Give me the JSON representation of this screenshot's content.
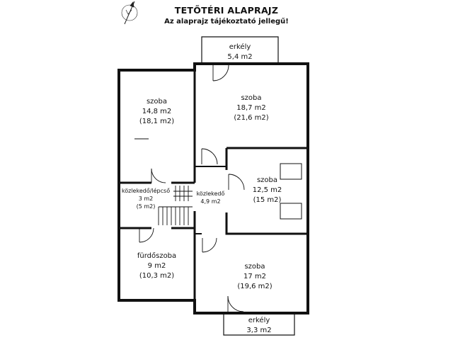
{
  "title": "TETŐTÉRI ALAPRAJZ",
  "subtitle": "Az alaprajz tájékoztató jellegű!",
  "rooms": [
    {
      "id": "balcony-top",
      "name": "erkély",
      "area": "5,4 m2",
      "gross": ""
    },
    {
      "id": "room-left",
      "name": "szoba",
      "area": "14,8 m2",
      "gross": "(18,1 m2)"
    },
    {
      "id": "room-top-right",
      "name": "szoba",
      "area": "18,7 m2",
      "gross": "(21,6 m2)"
    },
    {
      "id": "hall-stairs",
      "name": "közlekedő/lépcső",
      "area": "3 m2",
      "gross": "(5 m2)"
    },
    {
      "id": "hall",
      "name": "közlekedő",
      "area": "4,9 m2",
      "gross": ""
    },
    {
      "id": "room-middle",
      "name": "szoba",
      "area": "12,5 m2",
      "gross": "(15 m2)"
    },
    {
      "id": "bathroom",
      "name": "fürdőszoba",
      "area": "9 m2",
      "gross": "(10,3 m2)"
    },
    {
      "id": "room-bottom",
      "name": "szoba",
      "area": "17 m2",
      "gross": "(19,6 m2)"
    },
    {
      "id": "balcony-bottom",
      "name": "erkély",
      "area": "3,3 m2",
      "gross": ""
    }
  ]
}
